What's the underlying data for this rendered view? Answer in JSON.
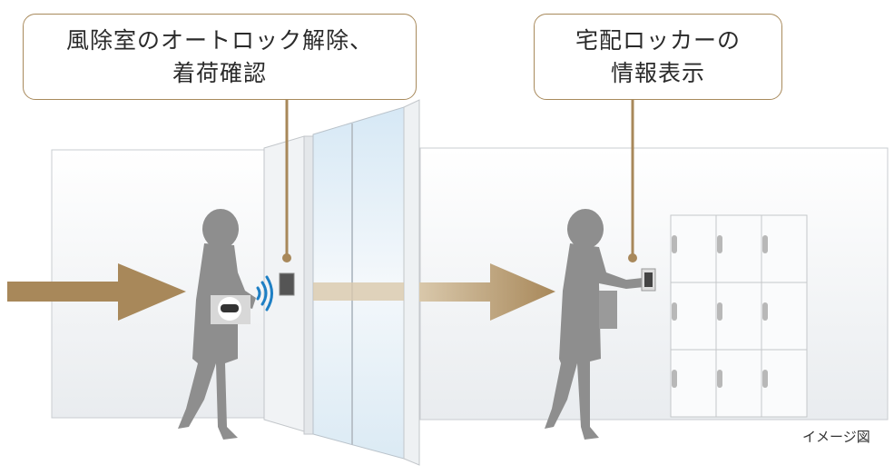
{
  "callouts": [
    {
      "lines": [
        "風除室のオートロック解除、",
        "着荷確認"
      ]
    },
    {
      "lines": [
        "宅配ロッカーの",
        "情報表示"
      ]
    }
  ],
  "caption": "イメージ図",
  "colors": {
    "accent": "#a88a5c",
    "arrow": "#a8885a",
    "silhouette": "#8e8e8e",
    "wifi": "#1e7fc4"
  }
}
